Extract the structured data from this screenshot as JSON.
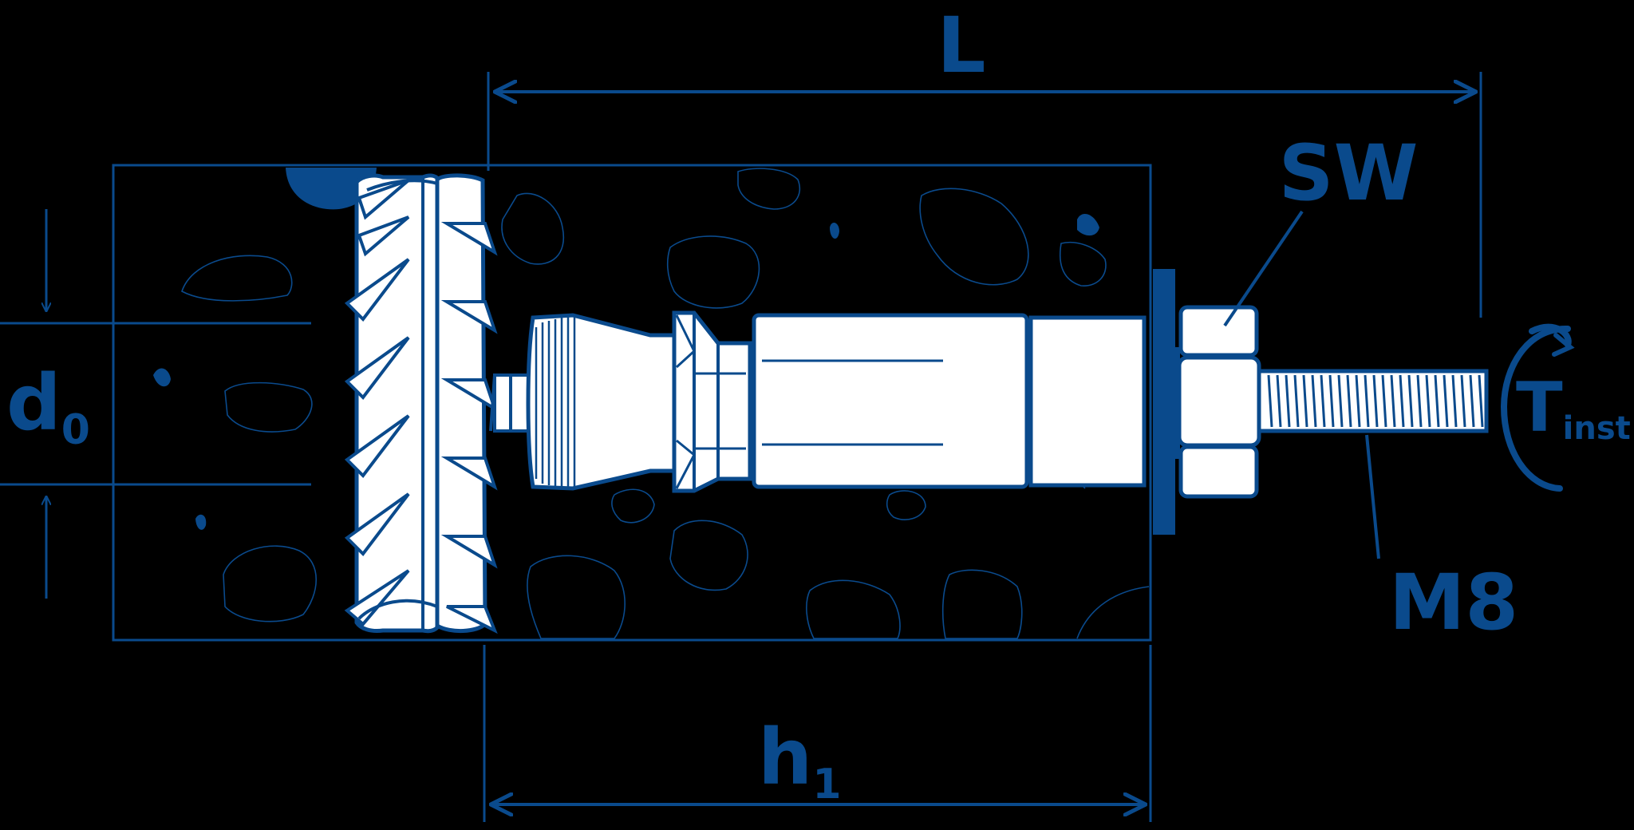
{
  "colors": {
    "background": "#000000",
    "line": "#0a4a8c",
    "anchor_fill": "#ffffff",
    "anchor_outline": "#0a4a8c"
  },
  "labels": {
    "length": {
      "main": "L",
      "sub": ""
    },
    "wrench_size": {
      "main": "SW",
      "sub": ""
    },
    "drill_diameter": {
      "main": "d",
      "sub": "0"
    },
    "embedment_depth": {
      "main": "h",
      "sub": "1"
    },
    "thread": {
      "main": "M8",
      "sub": ""
    },
    "torque": {
      "main": "T",
      "sub": "inst"
    }
  },
  "icons": [
    "rebar-icon",
    "anchor-bolt-icon",
    "hex-nut-icon",
    "washer-icon",
    "torque-arrow-icon"
  ]
}
